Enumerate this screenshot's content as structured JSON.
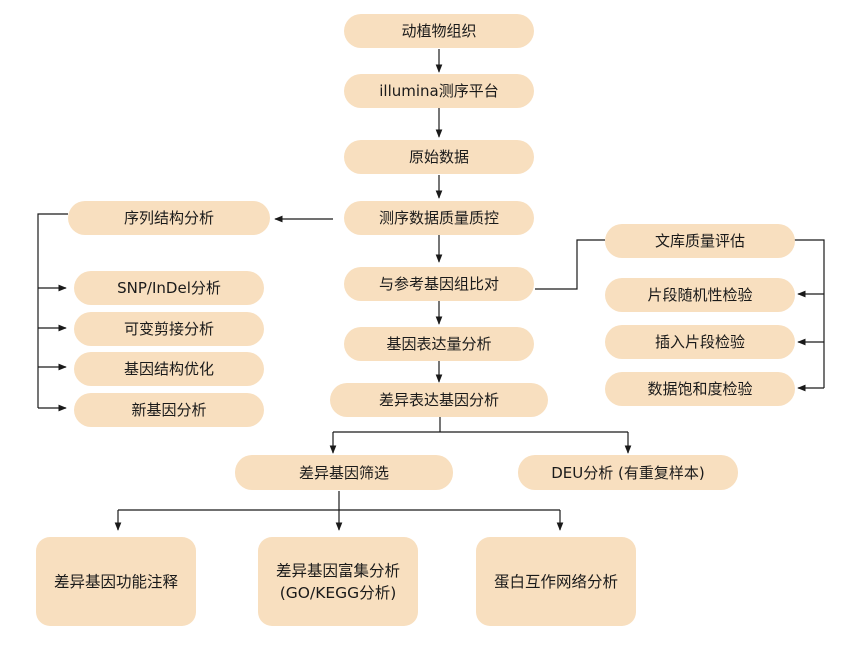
{
  "flow": {
    "main": {
      "samples": "动植物组织",
      "platform": "illumina测序平台",
      "raw_data": "原始数据",
      "qc": "测序数据质量质控",
      "alignment": "与参考基因组比对",
      "expression": "基因表达量分析",
      "diff_expression": "差异表达基因分析"
    },
    "structure": {
      "title": "序列结构分析",
      "items": [
        "SNP/InDel分析",
        "可变剪接分析",
        "基因结构优化",
        "新基因分析"
      ]
    },
    "library": {
      "title": "文库质量评估",
      "items": [
        "片段随机性检验",
        "插入片段检验",
        "数据饱和度检验"
      ]
    },
    "branches": {
      "diff_screen": "差异基因筛选",
      "deu": "DEU分析 (有重复样本)"
    },
    "downstream": {
      "annotation": "差异基因功能注释",
      "enrichment_line1": "差异基因富集分析",
      "enrichment_line2": "(GO/KEGG分析)",
      "ppi": "蛋白互作网络分析"
    }
  }
}
